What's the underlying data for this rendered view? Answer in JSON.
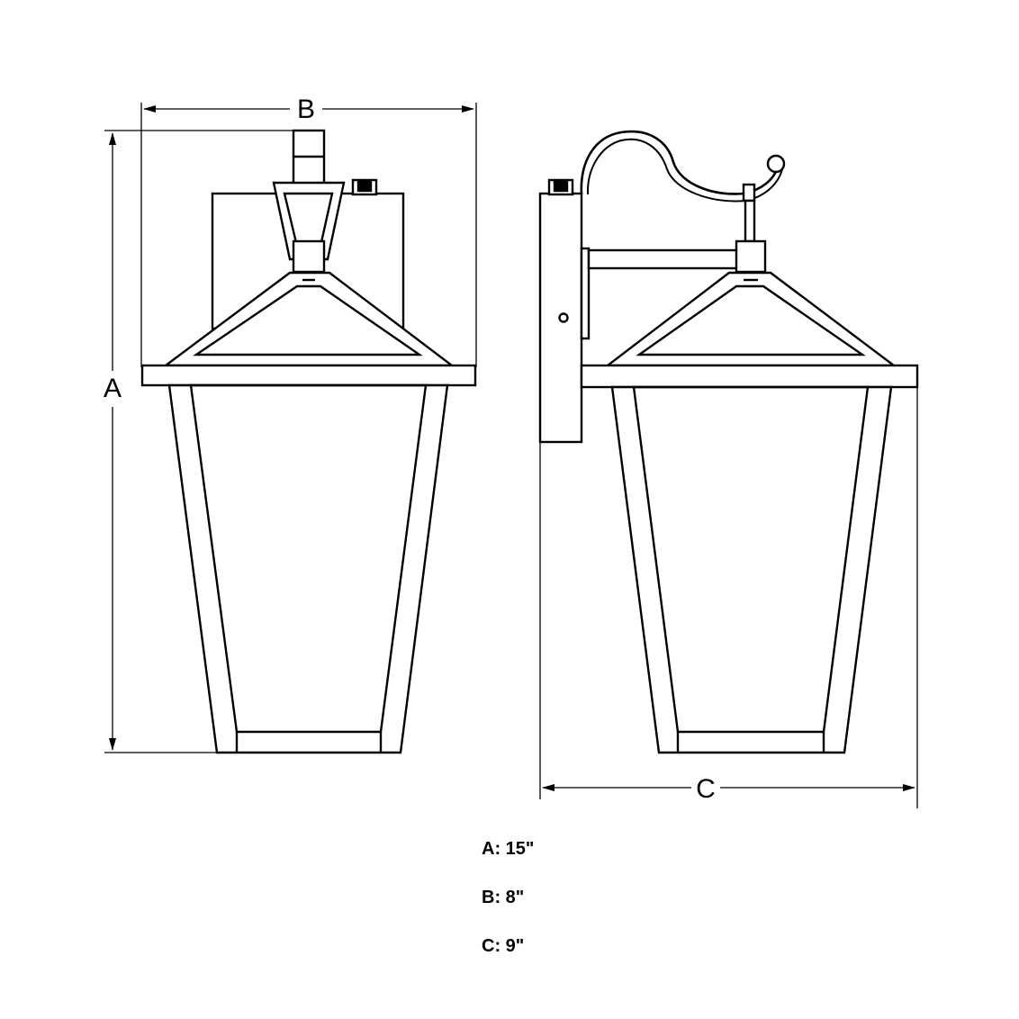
{
  "dimension_labels": {
    "a": "A",
    "b": "B",
    "c": "C"
  },
  "specs": [
    {
      "text": "A: 15\""
    },
    {
      "text": "B: 8\""
    },
    {
      "text": "C: 9\""
    }
  ],
  "colors": {
    "line": "#000000",
    "background": "#ffffff",
    "dimension_line": "#555555"
  }
}
